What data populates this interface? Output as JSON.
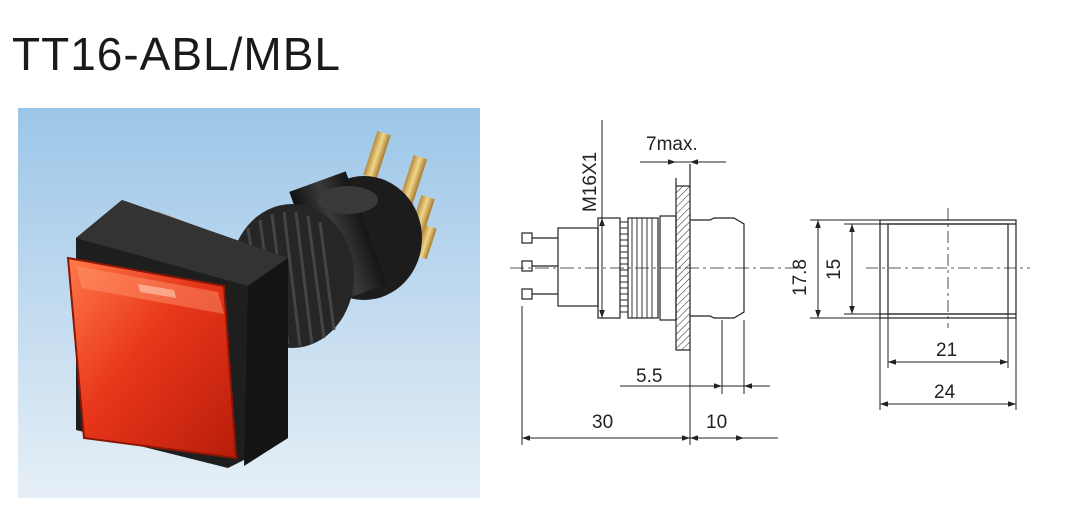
{
  "title": "TT16-ABL/MBL",
  "photo": {
    "subject": "rectangular illuminated pushbutton switch",
    "lens_color": "#e8361a",
    "housing_color": "#222222",
    "background_top": "#9cc6e8",
    "background_bottom": "#e6eff6"
  },
  "side_view": {
    "thread_label": "M16X1",
    "panel_max_label": "7max.",
    "dim_5_5": "5.5",
    "dim_30": "30",
    "dim_10": "10"
  },
  "front_view": {
    "dim_17_8": "17.8",
    "dim_15": "15",
    "dim_21": "21",
    "dim_24": "24"
  }
}
